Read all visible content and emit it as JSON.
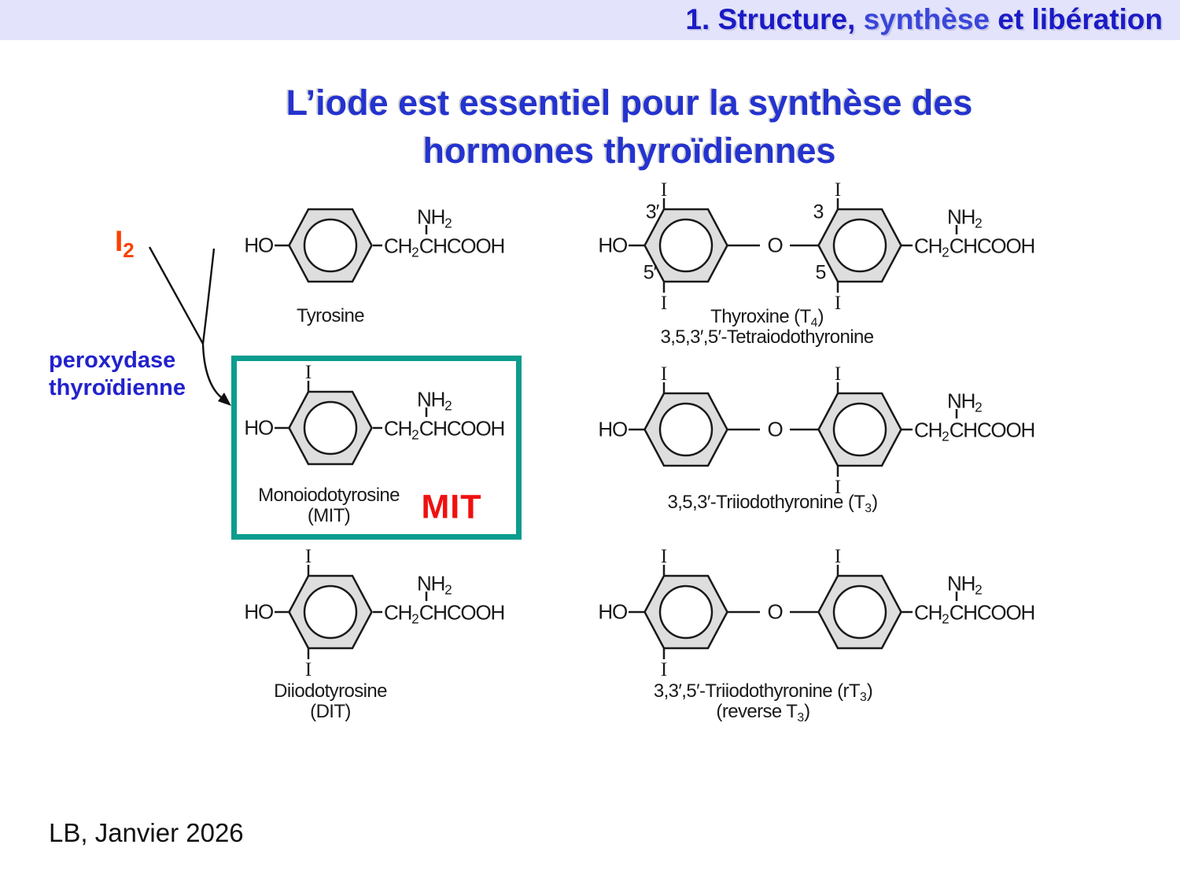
{
  "banner": {
    "text_part1": "1. Structure, ",
    "text_part2": "synthèse",
    "text_part3": " et libération"
  },
  "title": {
    "line1": "L’iode est essentiel pour la synthèse des",
    "line2": "hormones thyroïdiennes"
  },
  "annotations": {
    "iodine_reagent": {
      "base": "I",
      "sub": "2"
    },
    "enzyme": {
      "line1": "peroxydase",
      "line2": "thyroïdienne"
    },
    "mit_highlight": "MIT"
  },
  "chem": {
    "hydroxyl": "HO",
    "ether_oxygen": "O",
    "iodine": "I",
    "amine": {
      "pre": "NH",
      "sub": "2"
    },
    "sidechain": {
      "pre": "CH",
      "sub": "2",
      "post": "CHCOOH"
    }
  },
  "structures": {
    "tyrosine": {
      "name": "Tyrosine"
    },
    "mit": {
      "name": "Monoiodotyrosine",
      "abbr": "(MIT)"
    },
    "dit": {
      "name": "Diiodotyrosine",
      "abbr": "(DIT)"
    },
    "t4": {
      "name": {
        "pre": "Thyroxine (T",
        "sub": "4",
        "post": ")"
      },
      "alt_name": "3,5,3′,5′-Tetraiodothyronine",
      "positions": {
        "p3prime": "3′",
        "p5prime": "5′",
        "p3": "3",
        "p5": "5"
      }
    },
    "t3": {
      "name": {
        "pre": "3,5,3′-Triiodothyronine (T",
        "sub": "3",
        "post": ")"
      }
    },
    "rt3": {
      "name": {
        "pre": "3,3′,5′-Triiodothyronine (rT",
        "sub": "3",
        "post": ")"
      },
      "alt_name": {
        "pre": "(reverse T",
        "sub": "3",
        "post": ")"
      }
    }
  },
  "footer": {
    "credit": "LB, Janvier 2026"
  },
  "colors": {
    "banner_bg": "#E3E3FB",
    "banner_blue": "#1B1BC6",
    "banner_blue_alt": "#3A46DA",
    "title_blue": "#2433CE",
    "enzyme_blue": "#2222CC",
    "iodine_orange": "#FA4000",
    "mit_red": "#F01010",
    "box_teal": "#0C9C8E",
    "ink": "#1a1a1a",
    "ring_fill": "#DEDEDE"
  }
}
